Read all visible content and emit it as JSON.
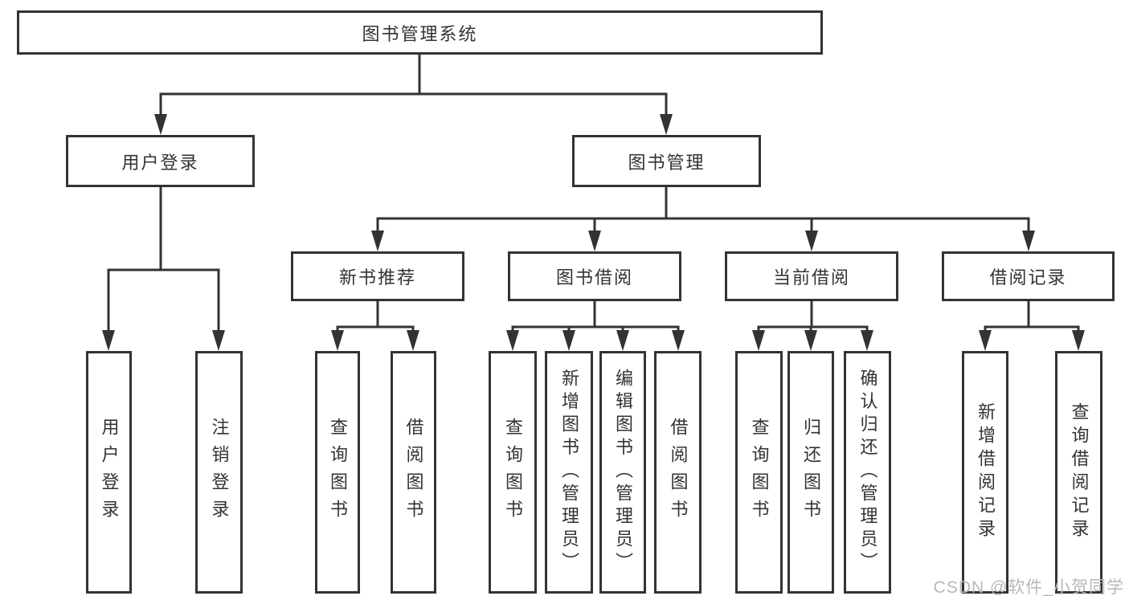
{
  "diagram": {
    "root": {
      "label": "图书管理系统"
    },
    "level2": [
      {
        "id": "user-login",
        "label": "用户登录"
      },
      {
        "id": "book-management",
        "label": "图书管理"
      }
    ],
    "level3": [
      {
        "id": "new-book-recommend",
        "label": "新书推荐"
      },
      {
        "id": "book-borrow",
        "label": "图书借阅"
      },
      {
        "id": "current-borrow",
        "label": "当前借阅"
      },
      {
        "id": "borrow-records",
        "label": "借阅记录"
      }
    ],
    "leaves": [
      {
        "label": "用户登录"
      },
      {
        "label": "注销登录"
      },
      {
        "label": "查询图书"
      },
      {
        "label": "借阅图书"
      },
      {
        "label": "查询图书"
      },
      {
        "label": "新增图书（管理员）"
      },
      {
        "label": "编辑图书（管理员）"
      },
      {
        "label": "借阅图书"
      },
      {
        "label": "查询图书"
      },
      {
        "label": "归还图书"
      },
      {
        "label": "确认归还（管理员）"
      },
      {
        "label": "新增借阅记录"
      },
      {
        "label": "查询借阅记录"
      }
    ]
  },
  "watermark": {
    "text": "CSDN @软件_小贺同学"
  },
  "colors": {
    "line": "#333333",
    "text": "#333333",
    "watermark": "#b8b8b8",
    "background": "#ffffff"
  }
}
